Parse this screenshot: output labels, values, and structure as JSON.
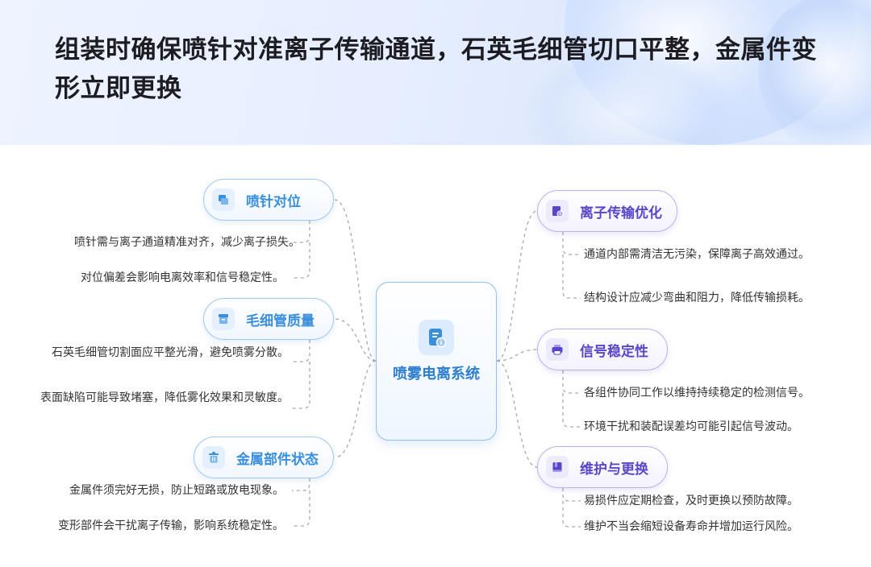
{
  "title": "组装时确保喷针对准离子传输通道，石英毛细管切口平整，金属件变形立即更换",
  "center": {
    "label": "喷雾电离系统",
    "icon": "document-info-icon"
  },
  "colors": {
    "left_accent": "#3a8fdc",
    "right_accent": "#5846c9",
    "center_accent": "#2f7fd0"
  },
  "left": [
    {
      "label": "喷针对位",
      "icon": "stack-icon",
      "items": [
        "喷针需与离子通道精准对齐，减少离子损失。",
        "对位偏差会影响电离效率和信号稳定性。"
      ]
    },
    {
      "label": "毛细管质量",
      "icon": "archive-icon",
      "items": [
        "石英毛细管切割面应平整光滑，避免喷雾分散。",
        "表面缺陷可能导致堵塞，降低雾化效果和灵敏度。"
      ]
    },
    {
      "label": "金属部件状态",
      "icon": "trash-icon",
      "items": [
        "金属件须完好无损，防止短路或放电现象。",
        "变形部件会干扰离子传输，影响系统稳定性。"
      ]
    }
  ],
  "right": [
    {
      "label": "离子传输优化",
      "icon": "clipboard-clock-icon",
      "items": [
        "通道内部需清洁无污染，保障离子高效通过。",
        "结构设计应减少弯曲和阻力，降低传输损耗。"
      ]
    },
    {
      "label": "信号稳定性",
      "icon": "printer-icon",
      "items": [
        "各组件协同工作以维持持续稳定的检测信号。",
        "环境干扰和装配误差均可能引起信号波动。"
      ]
    },
    {
      "label": "维护与更换",
      "icon": "book-icon",
      "items": [
        "易损件应定期检查，及时更换以预防故障。",
        "维护不当会缩短设备寿命并增加运行风险。"
      ]
    }
  ]
}
